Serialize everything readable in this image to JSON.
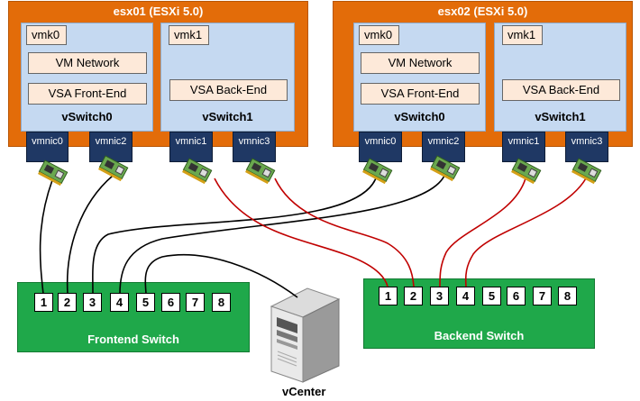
{
  "hosts": [
    {
      "title": "esx01 (ESXi 5.0)",
      "vswitch0": {
        "label": "vSwitch0",
        "vmk": "vmk0",
        "portgroups": [
          "VM Network",
          "VSA Front-End"
        ],
        "nics": [
          "vmnic0",
          "vmnic2"
        ]
      },
      "vswitch1": {
        "label": "vSwitch1",
        "vmk": "vmk1",
        "portgroups": [
          "VSA Back-End"
        ],
        "nics": [
          "vmnic1",
          "vmnic3"
        ]
      }
    },
    {
      "title": "esx02 (ESXi 5.0)",
      "vswitch0": {
        "label": "vSwitch0",
        "vmk": "vmk0",
        "portgroups": [
          "VM Network",
          "VSA Front-End"
        ],
        "nics": [
          "vmnic0",
          "vmnic2"
        ]
      },
      "vswitch1": {
        "label": "vSwitch1",
        "vmk": "vmk1",
        "portgroups": [
          "VSA Back-End"
        ],
        "nics": [
          "vmnic1",
          "vmnic3"
        ]
      }
    }
  ],
  "switches": {
    "frontend": {
      "label": "Frontend Switch",
      "ports": [
        "1",
        "2",
        "3",
        "4",
        "5",
        "6",
        "7",
        "8"
      ]
    },
    "backend": {
      "label": "Backend Switch",
      "ports": [
        "1",
        "2",
        "3",
        "4",
        "5",
        "6",
        "7",
        "8"
      ]
    }
  },
  "server": {
    "label": "vCenter"
  },
  "colors": {
    "host": "#E36C09",
    "vswitch": "#C5D9F1",
    "portgroup": "#FDE9D9",
    "vmnic": "#1F3864",
    "switch": "#1FA84A",
    "frontend_cable": "#000000",
    "backend_cable": "#C00000"
  },
  "icons": {
    "nic_card": "network-card-icon",
    "server": "server-tower-icon"
  }
}
